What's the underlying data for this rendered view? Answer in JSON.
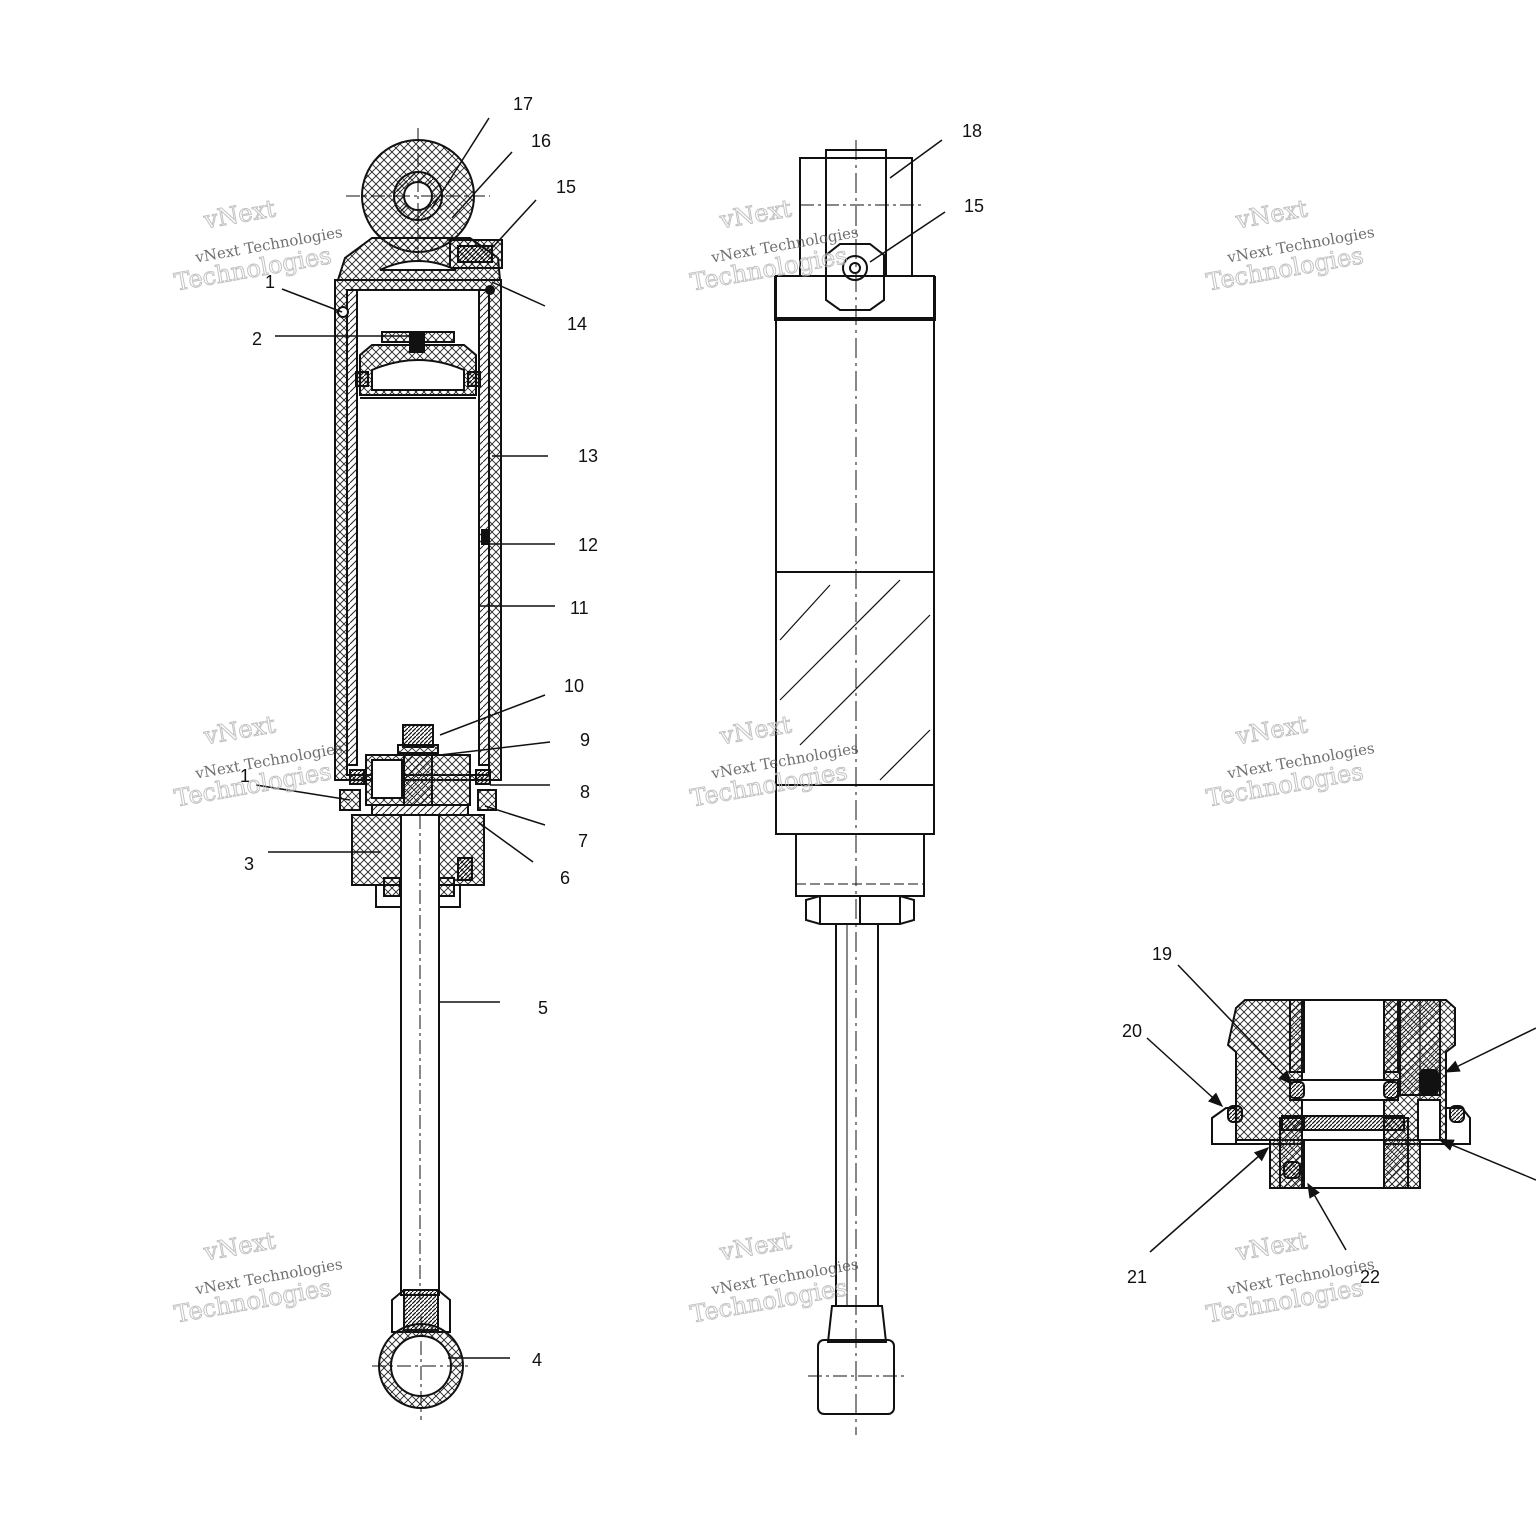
{
  "callouts": {
    "c1": "1",
    "c2": "2",
    "c3": "3",
    "c4": "4",
    "c5": "5",
    "c6": "6",
    "c7": "7",
    "c8": "8",
    "c9": "9",
    "c10": "10",
    "c11": "11",
    "c12": "12",
    "c13": "13",
    "c14": "14",
    "c15": "15",
    "c16": "16",
    "c17": "17",
    "c18": "18",
    "c15b": "15",
    "c1b": "1",
    "c19": "19",
    "c20": "20",
    "c21": "21",
    "c22": "22"
  },
  "watermark": {
    "line1": "vNext",
    "line2": "vNext Technologies",
    "line3": "Technologies"
  }
}
